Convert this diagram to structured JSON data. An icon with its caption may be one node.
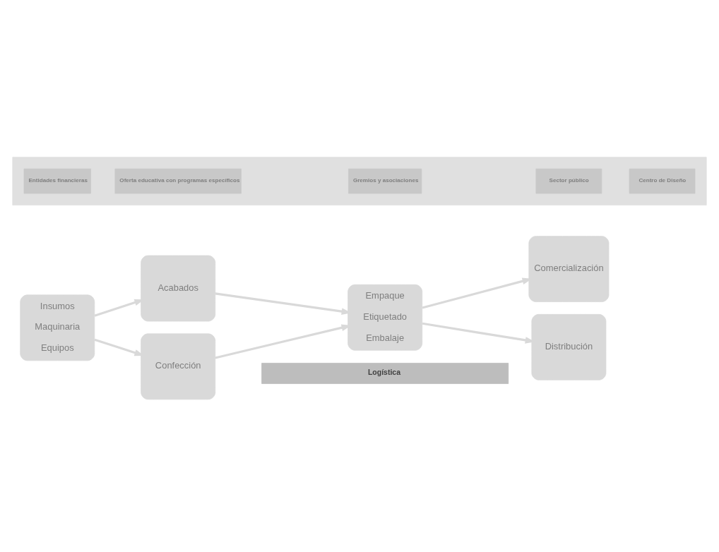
{
  "diagram": {
    "nodes": [
      {
        "text": [],
        "shape": "box"
      },
      {
        "text": [
          "Entidades financieras"
        ],
        "in": 0
      },
      {
        "text": [
          "Oferta educativa con programas específicos"
        ],
        "in": 0
      },
      {
        "text": [
          "Gremios y asociaciones"
        ],
        "in": 0
      },
      {
        "text": [
          "Sector público"
        ],
        "in": 0
      },
      {
        "text": [
          "Centro de Diseño"
        ],
        "in": 0
      },
      {
        "text": [
          "Insumos",
          "Maquinaria",
          "Equipos"
        ]
      },
      {
        "text": [
          "Confección"
        ]
      },
      {
        "text": [
          "Acabados"
        ]
      },
      {
        "text": [
          "Empaque",
          "Etiquetado",
          "Embalaje"
        ]
      },
      {
        "text": [
          "Distribución"
        ]
      },
      {
        "text": [
          "Comercialización"
        ]
      },
      {
        "text": [
          "Logística"
        ]
      }
    ],
    "edges": [
      {
        "from": 6,
        "to": 7,
        "arrow": "to"
      },
      {
        "from": 6,
        "to": 8,
        "arrow": "to"
      },
      {
        "from": 7,
        "to": 9,
        "arrow": "to"
      },
      {
        "from": 8,
        "to": 9,
        "arrow": "to"
      },
      {
        "from": 9,
        "to": 10,
        "arrow": "to"
      },
      {
        "from": 9,
        "to": 11,
        "arrow": "to"
      }
    ]
  }
}
